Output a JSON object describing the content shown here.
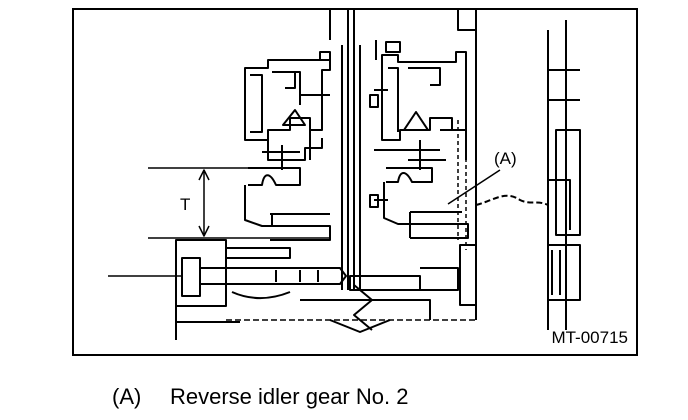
{
  "figure": {
    "dimension_label": "T",
    "callout_label": "(A)",
    "figure_code": "MT-00715"
  },
  "legend": [
    {
      "key": "(A)",
      "text": "Reverse idler gear No. 2"
    }
  ]
}
